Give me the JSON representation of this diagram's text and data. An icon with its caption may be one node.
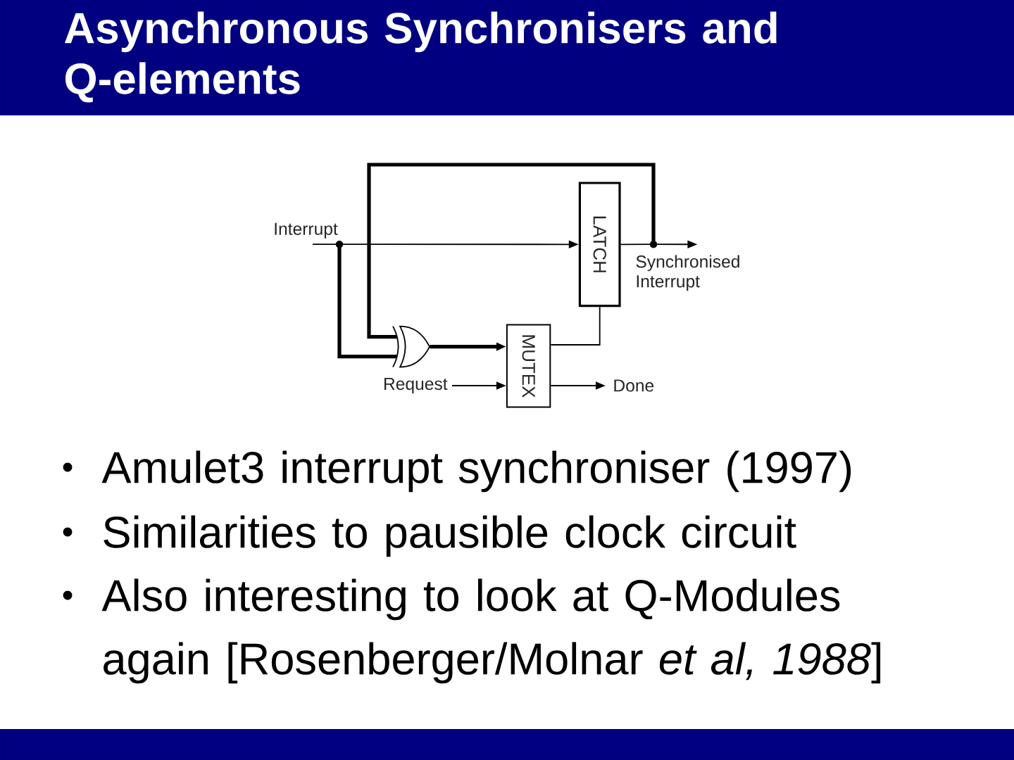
{
  "diagram": {
    "title": "Asynchronous Synchronisers and Q-elements",
    "nodes": [
      {
        "text": [
          "Interrupt"
        ]
      },
      {
        "text": [
          "LATCH"
        ]
      },
      {
        "text": [
          "Synchronised Interrupt"
        ]
      },
      {
        "text": [],
        "shape": "gate"
      },
      {
        "text": [
          "MUTEX"
        ]
      },
      {
        "text": [
          "Request"
        ]
      },
      {
        "text": [
          "Done"
        ]
      }
    ],
    "edges": [
      {
        "from": 0,
        "to": 1,
        "arrow": "to"
      },
      {
        "from": 0,
        "to": 3,
        "arrow": "none",
        "style": "thick"
      },
      {
        "from": 1,
        "to": 2,
        "arrow": "to"
      },
      {
        "from": 1,
        "to": 3,
        "arrow": "none",
        "style": "thick"
      },
      {
        "from": 3,
        "to": 4,
        "arrow": "to",
        "style": "thick"
      },
      {
        "from": 4,
        "to": 1,
        "arrow": "none"
      },
      {
        "from": 5,
        "to": 4,
        "arrow": "to"
      },
      {
        "from": 4,
        "to": 6,
        "arrow": "to"
      }
    ],
    "labels": [
      "Amulet3 interrupt synchroniser (1997)",
      "Similarities to pausible clock circuit",
      "Also interesting to look at Q-Modules again [Rosenberger/Molnar *et al, 1988*]"
    ]
  }
}
